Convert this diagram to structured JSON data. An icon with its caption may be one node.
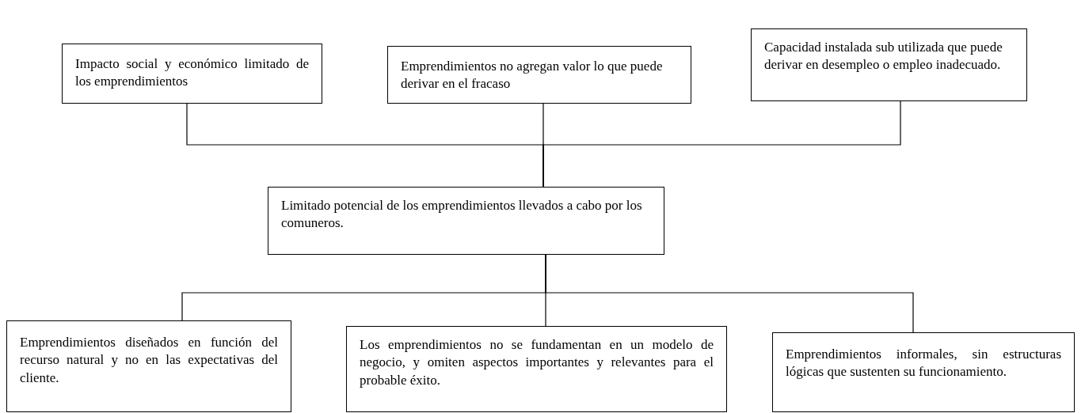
{
  "diagram": {
    "nodes": [
      {
        "text": [
          "Impacto social y económico limitado de los emprendimientos"
        ]
      },
      {
        "text": [
          "Emprendimientos no agregan valor lo que puede derivar en el fracaso"
        ]
      },
      {
        "text": [
          "Capacidad instalada sub utilizada que puede derivar en desempleo o empleo inadecuado."
        ]
      },
      {
        "text": [
          "Limitado potencial de los emprendimientos llevados a cabo por los comuneros."
        ]
      },
      {
        "text": [
          "Emprendimientos diseñados en función del recurso natural y no en las expectativas del cliente."
        ]
      },
      {
        "text": [
          "Los emprendimientos no se fundamentan en un modelo de negocio, y omiten aspectos importantes y relevantes para el probable éxito."
        ]
      },
      {
        "text": [
          "Emprendimientos informales, sin estructuras lógicas que sustenten su funcionamiento."
        ]
      }
    ],
    "edges": [
      {
        "from": 3,
        "to": 0,
        "arrow": "none"
      },
      {
        "from": 3,
        "to": 1,
        "arrow": "none"
      },
      {
        "from": 3,
        "to": 2,
        "arrow": "none"
      },
      {
        "from": 3,
        "to": 4,
        "arrow": "none"
      },
      {
        "from": 3,
        "to": 5,
        "arrow": "none"
      },
      {
        "from": 3,
        "to": 6,
        "arrow": "none"
      }
    ]
  }
}
